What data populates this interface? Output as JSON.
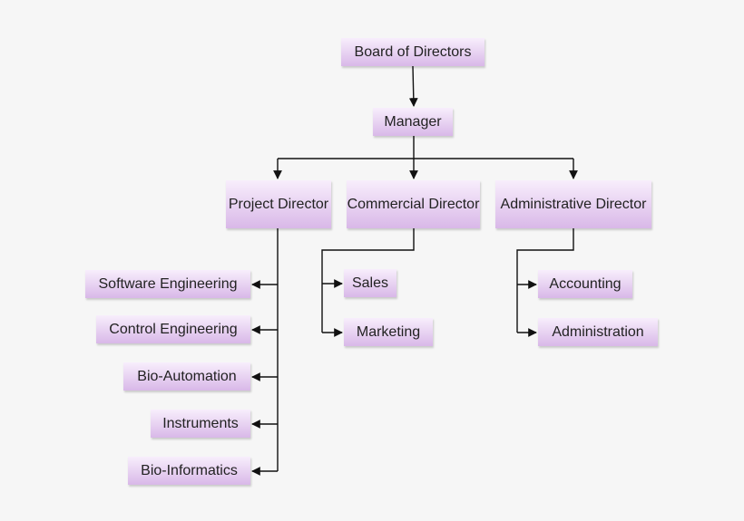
{
  "diagram": {
    "colors": {
      "background": "#f6f6f6",
      "box_top": "#f8eefc",
      "box_bottom": "#d9b8e8",
      "connector": "#111111"
    },
    "nodes": {
      "board": "Board of Directors",
      "manager": "Manager",
      "project_director": "Project Director",
      "commercial_director": "Commercial Director",
      "administrative_director": "Administrative Director",
      "software_engineering": "Software Engineering",
      "control_engineering": "Control Engineering",
      "bio_automation": "Bio-Automation",
      "instruments": "Instruments",
      "bio_informatics": "Bio-Informatics",
      "sales": "Sales",
      "marketing": "Marketing",
      "accounting": "Accounting",
      "administration": "Administration"
    },
    "edges": [
      {
        "from": "board",
        "to": "manager"
      },
      {
        "from": "manager",
        "to": "project_director"
      },
      {
        "from": "manager",
        "to": "commercial_director"
      },
      {
        "from": "manager",
        "to": "administrative_director"
      },
      {
        "from": "project_director",
        "to": "software_engineering"
      },
      {
        "from": "project_director",
        "to": "control_engineering"
      },
      {
        "from": "project_director",
        "to": "bio_automation"
      },
      {
        "from": "project_director",
        "to": "instruments"
      },
      {
        "from": "project_director",
        "to": "bio_informatics"
      },
      {
        "from": "commercial_director",
        "to": "sales"
      },
      {
        "from": "commercial_director",
        "to": "marketing"
      },
      {
        "from": "administrative_director",
        "to": "accounting"
      },
      {
        "from": "administrative_director",
        "to": "administration"
      }
    ]
  }
}
